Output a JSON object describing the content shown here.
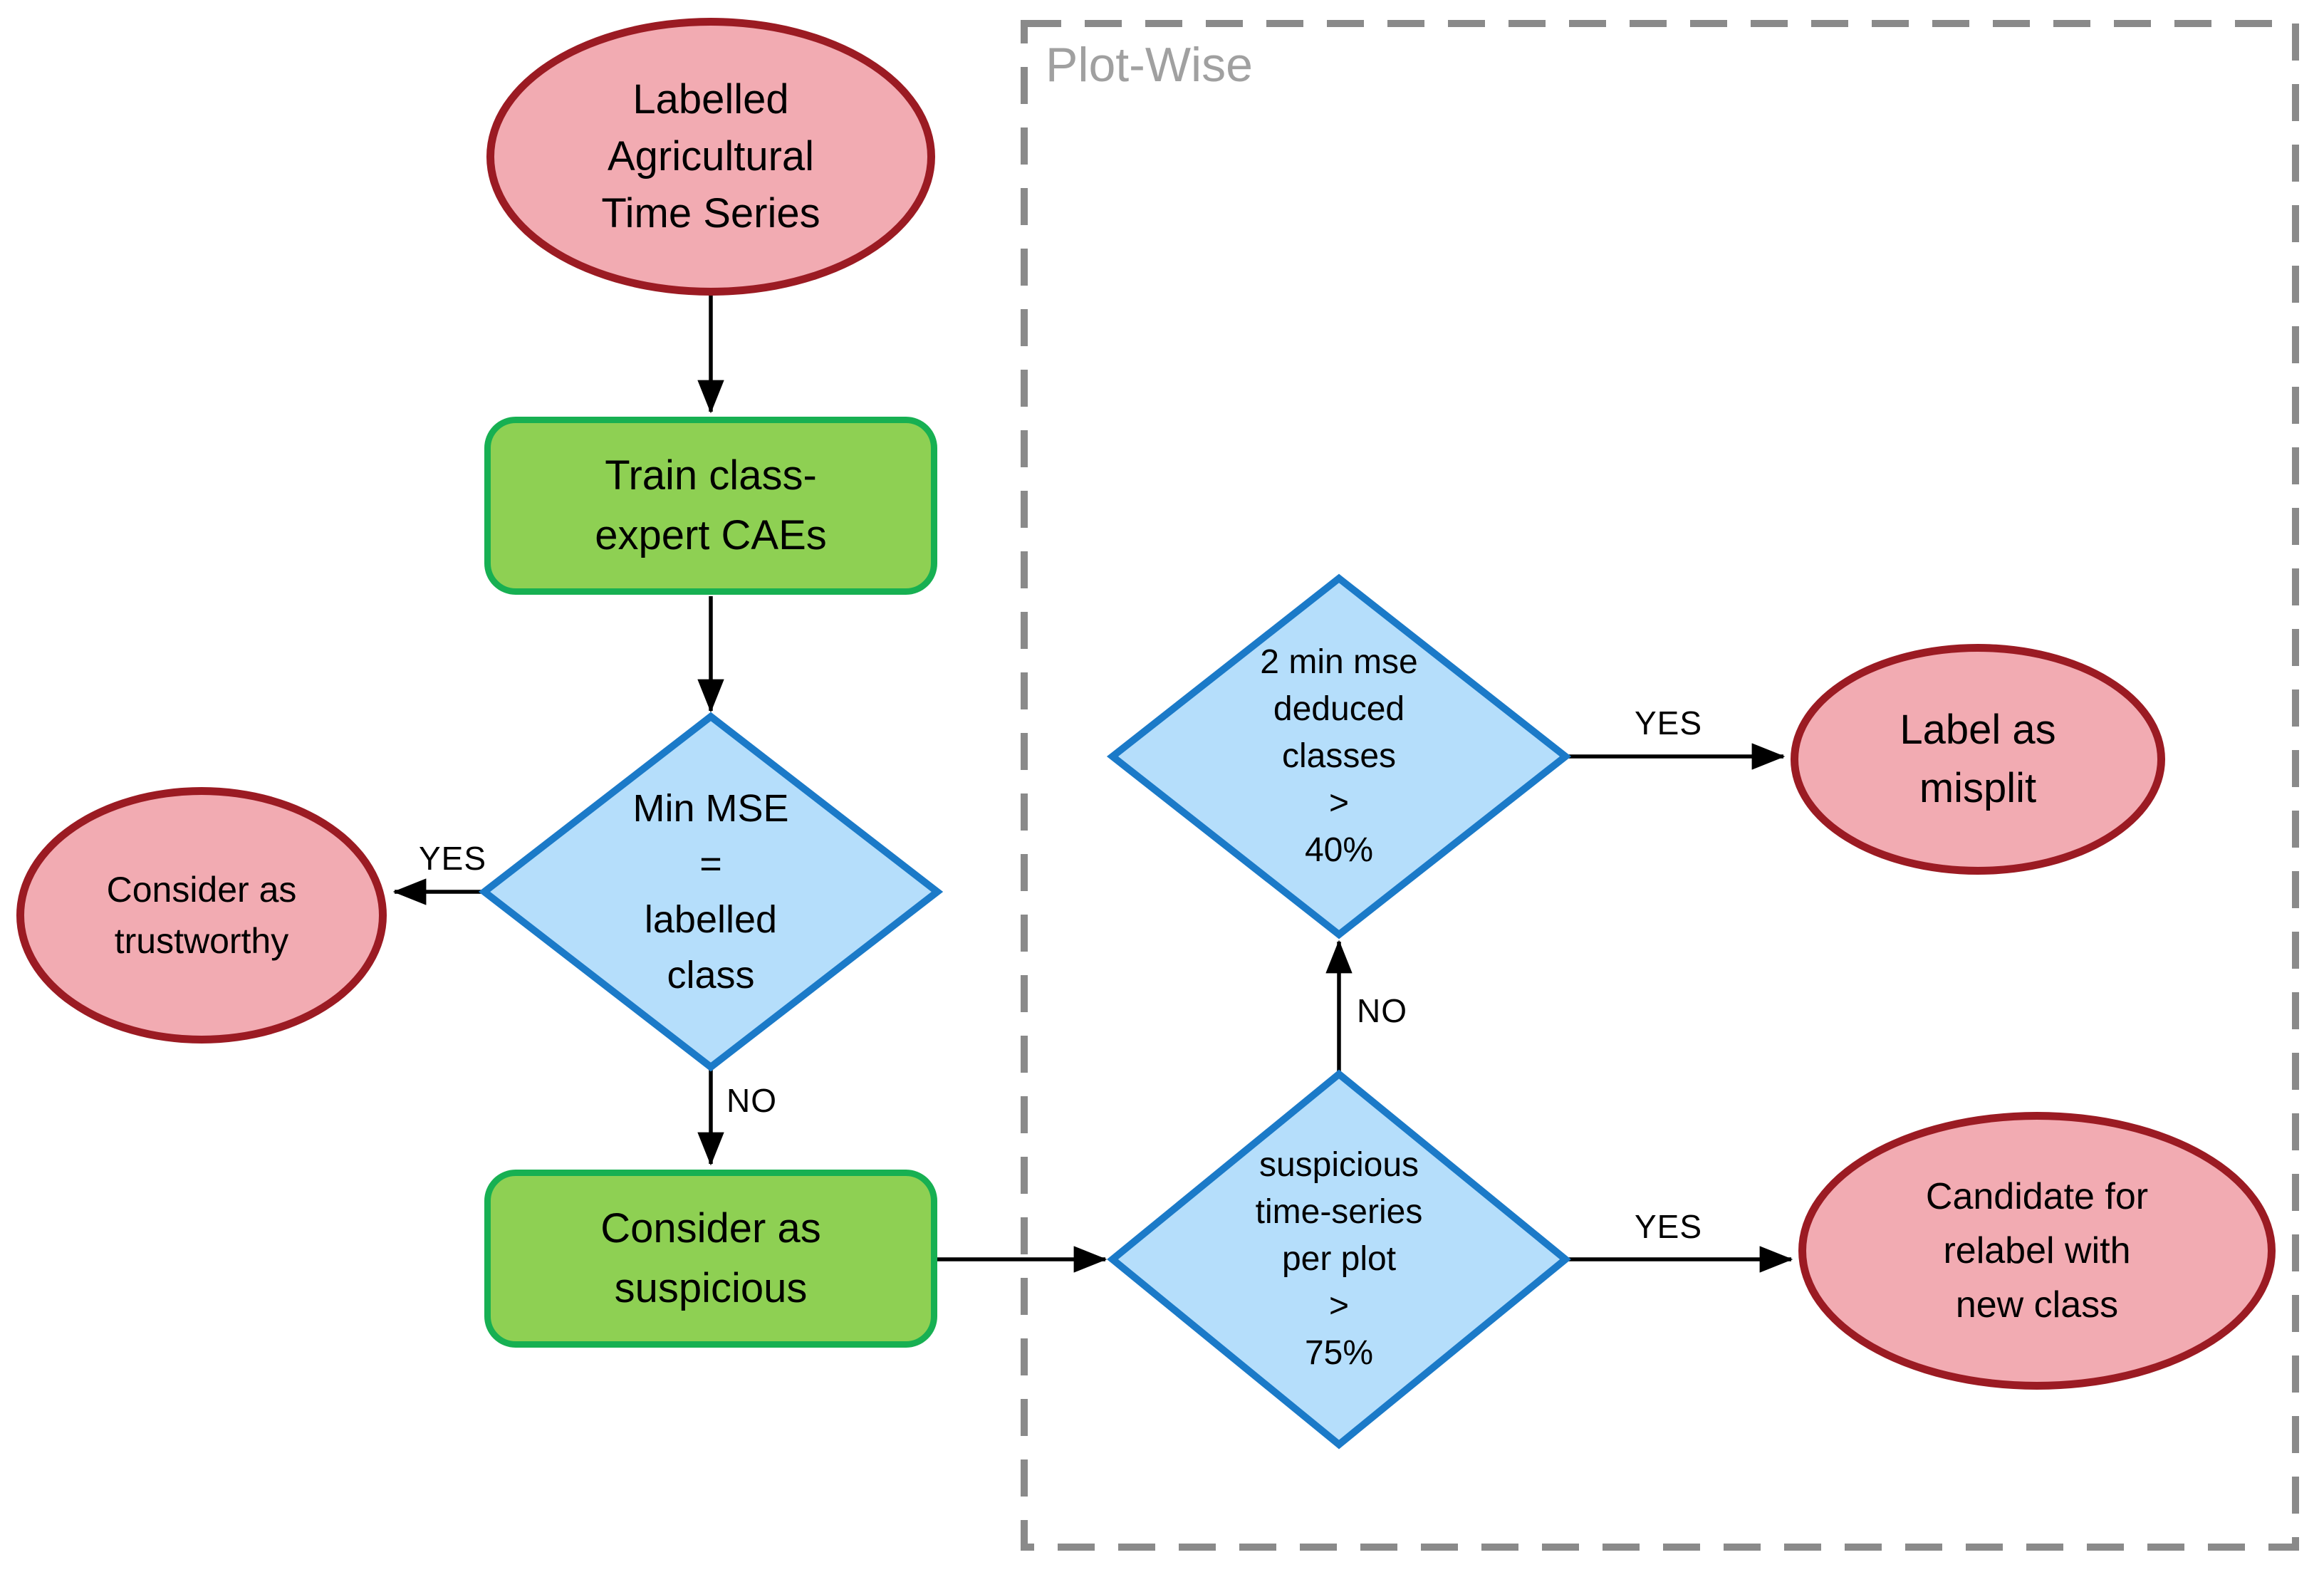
{
  "region": {
    "label": "Plot-Wise"
  },
  "nodes": {
    "labelled_ts": {
      "type": "start-ellipse",
      "lines": [
        "Labelled",
        "Agricultural",
        "Time Series"
      ]
    },
    "train_caes": {
      "type": "process",
      "lines": [
        "Train class-",
        "expert CAEs"
      ]
    },
    "min_mse_decision": {
      "type": "decision",
      "lines": [
        "Min MSE",
        "=",
        "labelled",
        "class"
      ]
    },
    "trustworthy": {
      "type": "terminal",
      "lines": [
        "Consider as",
        "trustworthy"
      ]
    },
    "suspicious_box": {
      "type": "process",
      "lines": [
        "Consider as",
        "suspicious"
      ]
    },
    "suspicious_plot_decision": {
      "type": "decision",
      "lines": [
        "suspicious",
        "time-series",
        "per plot",
        ">",
        "75%"
      ]
    },
    "two_min_mse_decision": {
      "type": "decision",
      "lines": [
        "2 min mse",
        "deduced",
        "classes",
        ">",
        "40%"
      ]
    },
    "misplit": {
      "type": "terminal",
      "lines": [
        "Label as",
        "misplit"
      ]
    },
    "relabel_candidate": {
      "type": "terminal",
      "lines": [
        "Candidate for",
        "relabel with",
        "new class"
      ]
    }
  },
  "edge_labels": {
    "yes_trustworthy": "YES",
    "no_suspicious": "NO",
    "no_misplit_path": "NO",
    "yes_misplit": "YES",
    "yes_candidate": "YES"
  },
  "colors": {
    "terminal_fill": "#f2abb2",
    "terminal_border": "#9b1b23",
    "process_fill": "#8ed053",
    "process_border": "#17b052",
    "decision_fill": "#b5defb",
    "decision_border": "#1b7ac8",
    "region_border": "#8a8a8a",
    "region_label_text": "#a0a0a0",
    "arrow": "#000000"
  }
}
